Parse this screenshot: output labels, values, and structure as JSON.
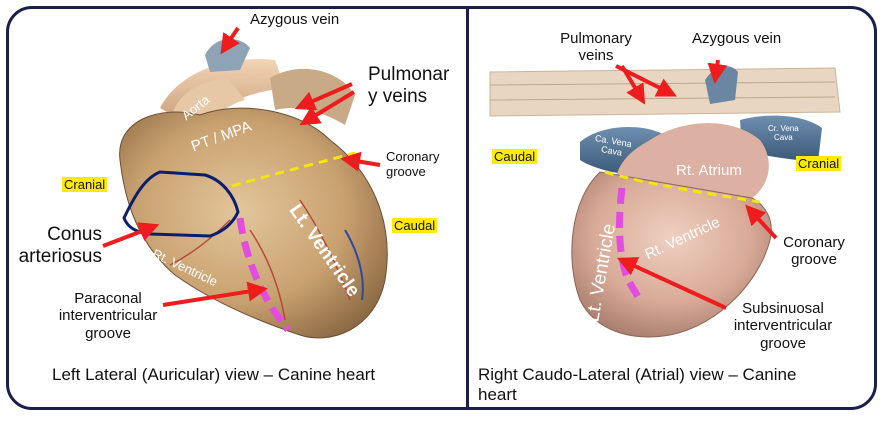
{
  "left_panel": {
    "labels": {
      "azygous": "Azygous vein",
      "pulmonary": "Pulmonar\ny veins",
      "coronary": "Coronary\ngroove",
      "cranial": "Cranial",
      "caudal": "Caudal",
      "conus": "Conus\narteriosus",
      "paraconal": "Paraconal\ninterventricular\ngroove",
      "aorta": "Aorta",
      "pt_mpa": "PT / MPA",
      "rt_ventricle": "Rt. Ventricle",
      "lt_ventricle": "Lt. Ventricle"
    },
    "caption": "Left Lateral (Auricular) view – Canine heart"
  },
  "right_panel": {
    "labels": {
      "pulmonary": "Pulmonary\nveins",
      "azygous": "Azygous vein",
      "caudal": "Caudal",
      "cranial": "Cranial",
      "coronary": "Coronary\ngroove",
      "subsinuosal": "Subsinuosal\ninterventricular\ngroove",
      "rt_atrium": "Rt. Atrium",
      "rt_ventricle": "Rt. Ventricle",
      "lt_ventricle": "Lt. Ventricle",
      "ca_vena_cava": "Ca. Vena\nCava",
      "cr_vena_cava": "Cr. Vena\nCava"
    },
    "caption": "Right Caudo-Lateral (Atrial) view – Canine\nheart"
  },
  "colors": {
    "arrow": "#ee1c1c",
    "coronary_dash": "#f2e60c",
    "groove_dash": "#e24ce0",
    "conus_outline": "#0a1e6e",
    "highlight": "#ffeb00",
    "frame": "#1a1f4a"
  }
}
